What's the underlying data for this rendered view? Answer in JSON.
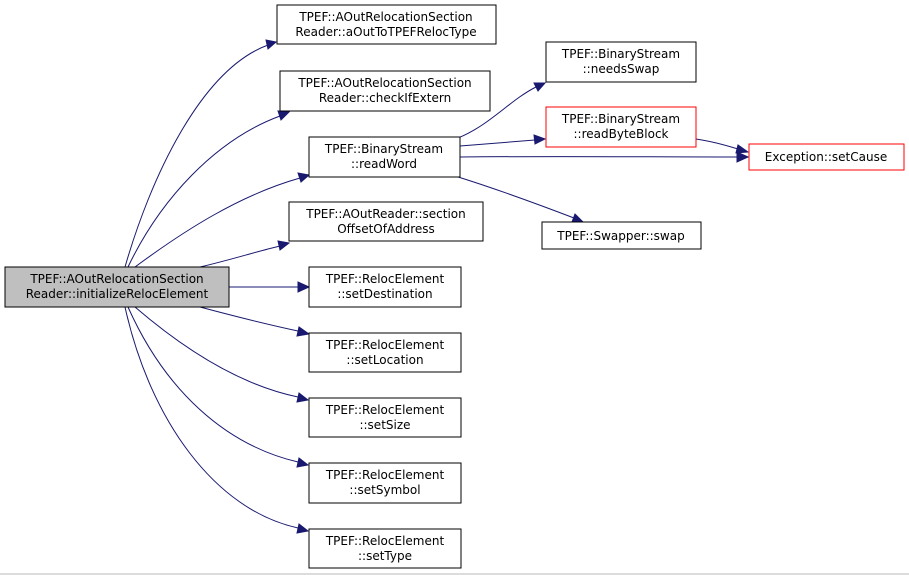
{
  "colors": {
    "edge": "#191970",
    "root_fill": "#bfbfbf",
    "red_border": "#ff0000"
  },
  "nodes": {
    "root": [
      "TPEF::AOutRelocationSection",
      "Reader::initializeRelocElement"
    ],
    "aOutToTPEFRelocType": [
      "TPEF::AOutRelocationSection",
      "Reader::aOutToTPEFRelocType"
    ],
    "checkIfExtern": [
      "TPEF::AOutRelocationSection",
      "Reader::checkIfExtern"
    ],
    "readWord": [
      "TPEF::BinaryStream",
      "::readWord"
    ],
    "sectionOffsetOfAddress": [
      "TPEF::AOutReader::section",
      "OffsetOfAddress"
    ],
    "setDestination": [
      "TPEF::RelocElement",
      "::setDestination"
    ],
    "setLocation": [
      "TPEF::RelocElement",
      "::setLocation"
    ],
    "setSize": [
      "TPEF::RelocElement",
      "::setSize"
    ],
    "setSymbol": [
      "TPEF::RelocElement",
      "::setSymbol"
    ],
    "setType": [
      "TPEF::RelocElement",
      "::setType"
    ],
    "needsSwap": [
      "TPEF::BinaryStream",
      "::needsSwap"
    ],
    "readByteBlock": [
      "TPEF::BinaryStream",
      "::readByteBlock"
    ],
    "swap": [
      "TPEF::Swapper::swap"
    ],
    "setCause": [
      "Exception::setCause"
    ]
  }
}
